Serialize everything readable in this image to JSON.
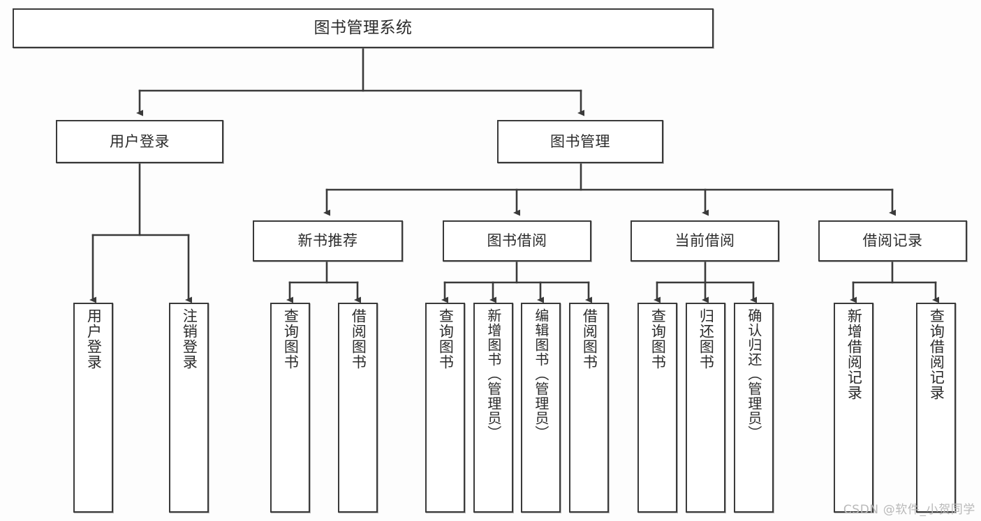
{
  "diagram": {
    "title": "图书管理系统",
    "watermark": "CSDN @软件_小贺同学",
    "line_color": "#3a3a3a",
    "box_fill": "#ffffff",
    "text_color": "#2b2b2b",
    "root": {
      "label": "图书管理系统"
    },
    "level2": [
      {
        "label": "用户登录"
      },
      {
        "label": "图书管理"
      }
    ],
    "level3": [
      {
        "label": "新书推荐"
      },
      {
        "label": "图书借阅"
      },
      {
        "label": "当前借阅"
      },
      {
        "label": "借阅记录"
      }
    ],
    "leaves": {
      "user_login": [
        {
          "label": "用户登录"
        },
        {
          "label": "注销登录"
        }
      ],
      "new_book_recommend": [
        {
          "label": "查询图书"
        },
        {
          "label": "借阅图书"
        }
      ],
      "book_borrow": [
        {
          "label": "查询图书"
        },
        {
          "label": "新增图书（管理员）"
        },
        {
          "label": "编辑图书（管理员）"
        },
        {
          "label": "借阅图书"
        }
      ],
      "current_borrow": [
        {
          "label": "查询图书"
        },
        {
          "label": "归还图书"
        },
        {
          "label": "确认归还（管理员）"
        }
      ],
      "borrow_record": [
        {
          "label": "新增借阅记录"
        },
        {
          "label": "查询借阅记录"
        }
      ]
    }
  }
}
